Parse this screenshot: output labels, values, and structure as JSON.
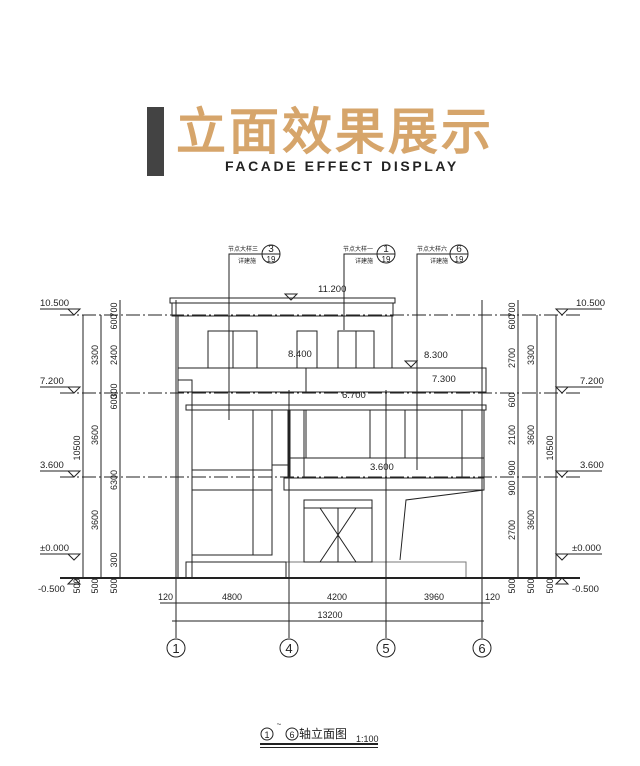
{
  "header": {
    "title_cn": "立面效果展示",
    "title_en": "FACADE EFFECT DISPLAY",
    "accent_color": "#d6a56b"
  },
  "drawing": {
    "callouts": [
      {
        "label": "节点大样三",
        "sub": "详建施",
        "num": "3",
        "sheet": "19"
      },
      {
        "label": "节点大样一",
        "sub": "详建施",
        "num": "1",
        "sheet": "19"
      },
      {
        "label": "节点大样六",
        "sub": "详建施",
        "num": "6",
        "sheet": "19"
      }
    ],
    "levels_left": [
      "10.500",
      "7.200",
      "3.600",
      "±0.000",
      "-0.500"
    ],
    "levels_right": [
      "10.500",
      "7.200",
      "3.600",
      "±0.000",
      "-0.500"
    ],
    "inner_levels": [
      "11.200",
      "8.400",
      "8.300",
      "7.300",
      "6.700",
      "3.600"
    ],
    "dims_left": {
      "total": "10500",
      "floors": [
        "3300",
        "3600",
        "3600",
        "500"
      ],
      "parts": [
        "700",
        "600",
        "2400",
        "300",
        "600",
        "6300",
        "300",
        "500"
      ],
      "base": "500"
    },
    "dims_right": {
      "total": "10500",
      "floors": [
        "3300",
        "3600",
        "3600",
        "500"
      ],
      "parts": [
        "700",
        "600",
        "2700",
        "600",
        "2100",
        "900",
        "900",
        "2700",
        "500"
      ],
      "base": "500"
    },
    "dims_bottom": [
      "120",
      "4800",
      "4200",
      "3960",
      "120"
    ],
    "dim_total": "13200",
    "axes": [
      "1",
      "4",
      "5",
      "6"
    ],
    "caption": {
      "from": "1",
      "sep": "~",
      "to": "6",
      "text": "轴立面图",
      "scale": "1:100"
    }
  }
}
